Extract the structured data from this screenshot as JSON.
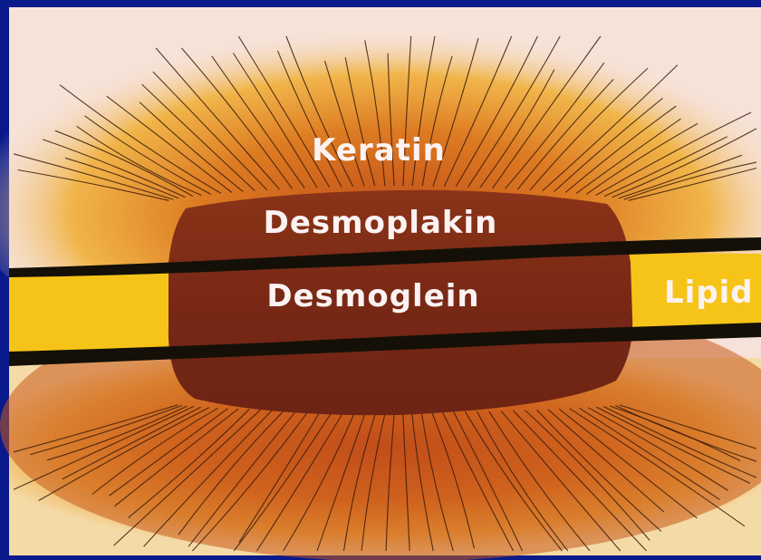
{
  "labels": {
    "keratin": "Keratin",
    "desmoplakin": "Desmoplakin",
    "desmoglein": "Desmoglein",
    "lipid": "Lipid"
  },
  "colors": {
    "frame": "#0a1a8a",
    "background": "#f6e2d8",
    "glow_outer": "#f1b23c",
    "glow_inner": "#c85418",
    "plaque": "#7c2b17",
    "membrane": "#141008",
    "lipid_band": "#f6c418",
    "fiber": "#3a1a0a",
    "label_text": "#fbf2f2"
  }
}
